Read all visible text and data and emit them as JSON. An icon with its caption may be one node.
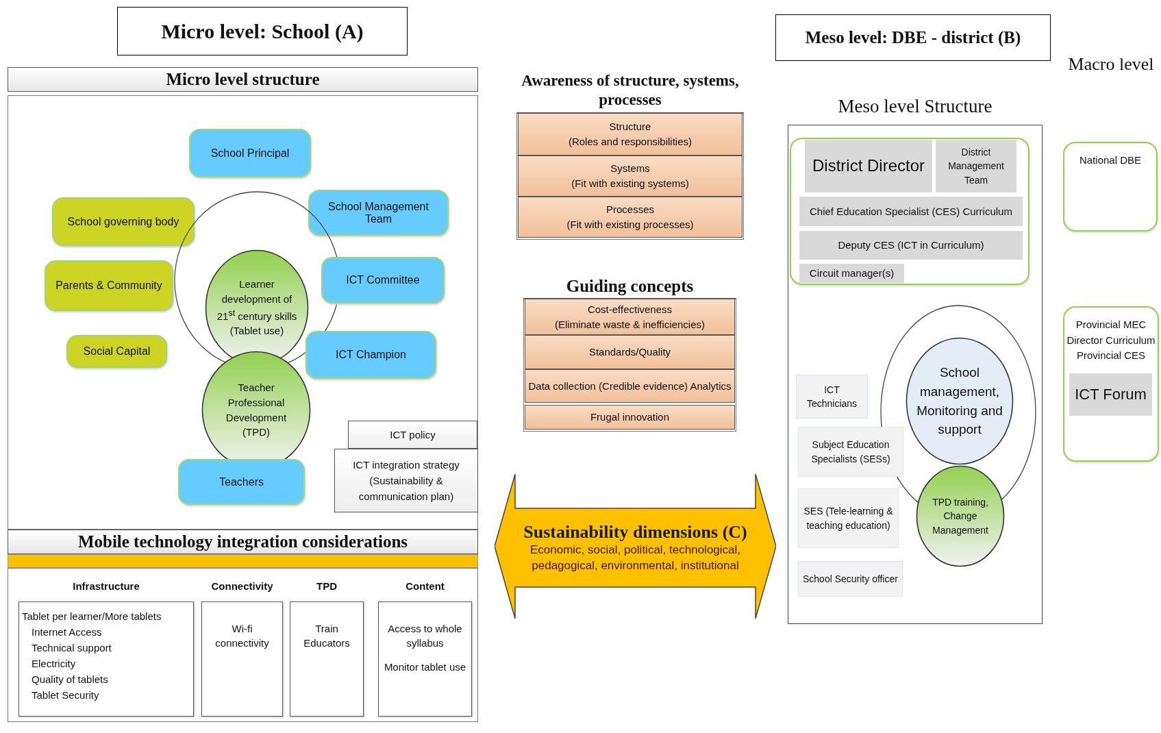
{
  "diagram": {
    "nodes": [
      {
        "text": [
          "Micro level: School (A)"
        ]
      },
      {
        "text": [
          "Micro level structure"
        ]
      },
      {
        "text": [
          "School Principal"
        ],
        "in": 1
      },
      {
        "text": [
          "School governing body"
        ],
        "in": 1
      },
      {
        "text": [
          "School Management Team"
        ],
        "in": 1
      },
      {
        "text": [],
        "shape": "circle",
        "in": 1
      },
      {
        "text": [
          "Parents & Community"
        ],
        "in": 1
      },
      {
        "text": [
          "ICT Committee"
        ],
        "in": 1
      },
      {
        "text": [
          "Learner development of 21$^{st}$ century skills (Tablet use)"
        ],
        "in": 5
      },
      {
        "text": [
          "Social Capital"
        ],
        "in": 1
      },
      {
        "text": [
          "ICT Champion"
        ],
        "in": 1
      },
      {
        "text": [
          "Teacher Professional Development (TPD)"
        ],
        "in": 1
      },
      {
        "text": [
          "ICT policy"
        ],
        "in": 1
      },
      {
        "text": [
          "ICT integration strategy (Sustainability & communication plan)"
        ],
        "in": 1
      },
      {
        "text": [
          "Teachers"
        ],
        "in": 1
      },
      {
        "text": [
          "Mobile technology integration considerations"
        ]
      },
      {
        "text": [
          "Infrastructure",
          "Tablet per learner/More tablets",
          "Internet Access",
          "Technical support",
          "Electricity",
          "Quality of tablets",
          "Tablet Security"
        ],
        "in": 15
      },
      {
        "text": [
          "Connectivity",
          "Wi-fi connectivity"
        ],
        "in": 15
      },
      {
        "text": [
          "TPD",
          "Train Educators"
        ],
        "in": 15
      },
      {
        "text": [
          "Content",
          "Access to whole syllabus",
          "Monitor tablet use"
        ],
        "in": 15
      },
      {
        "text": [
          "Awareness of structure, systems, processes"
        ]
      },
      {
        "text": [
          "Structure",
          "(Roles and responsibilities)"
        ],
        "in": 20
      },
      {
        "text": [
          "Systems",
          "(Fit with existing systems)"
        ],
        "in": 20
      },
      {
        "text": [
          "Processes",
          "(Fit with existing processes)"
        ],
        "in": 20
      },
      {
        "text": [
          "Guiding concepts"
        ]
      },
      {
        "text": [
          "Cost-effectiveness",
          "(Eliminate waste & inefficiencies)"
        ],
        "in": 24
      },
      {
        "text": [
          "Standards/Quality"
        ],
        "in": 24
      },
      {
        "text": [
          "Data collection (Credible evidence) Analytics"
        ],
        "in": 24
      },
      {
        "text": [
          "Frugal innovation"
        ],
        "in": 24
      },
      {
        "text": [
          "Sustainability dimensions (C)",
          "Economic, social, political, technological, pedagogical, environmental, institutional"
        ]
      },
      {
        "text": [
          "Meso level: DBE - district (B)"
        ]
      },
      {
        "text": [
          "Meso level Structure"
        ]
      },
      {
        "text": [],
        "shape": "box",
        "in": 31
      },
      {
        "text": [
          "District Director"
        ],
        "in": 32
      },
      {
        "text": [
          "District Management Team"
        ],
        "in": 32
      },
      {
        "text": [
          "Chief Education Specialist (CES) Curriculum"
        ],
        "in": 32
      },
      {
        "text": [
          "Deputy CES (ICT in Curriculum)"
        ],
        "in": 32
      },
      {
        "text": [
          "Circuit manager(s)"
        ],
        "in": 32
      },
      {
        "text": [],
        "shape": "circle",
        "in": 31
      },
      {
        "text": [
          "ICT Technicians"
        ],
        "in": 31
      },
      {
        "text": [
          "School management, Monitoring and support"
        ],
        "in": 38
      },
      {
        "text": [
          "Subject Education Specialists (SESs)"
        ],
        "in": 31
      },
      {
        "text": [
          "SES (Tele-learning & teaching education)"
        ],
        "in": 31
      },
      {
        "text": [
          "TPD training, Change Management"
        ],
        "in": 31
      },
      {
        "text": [
          "School Security officer"
        ],
        "in": 31
      },
      {
        "text": [
          "National DBE"
        ]
      },
      {
        "text": [
          "Provincial MEC Director Curriculum Provincial CES"
        ]
      },
      {
        "text": [
          "ICT Forum"
        ],
        "in": 46
      }
    ],
    "labels": [
      "Macro level"
    ]
  }
}
